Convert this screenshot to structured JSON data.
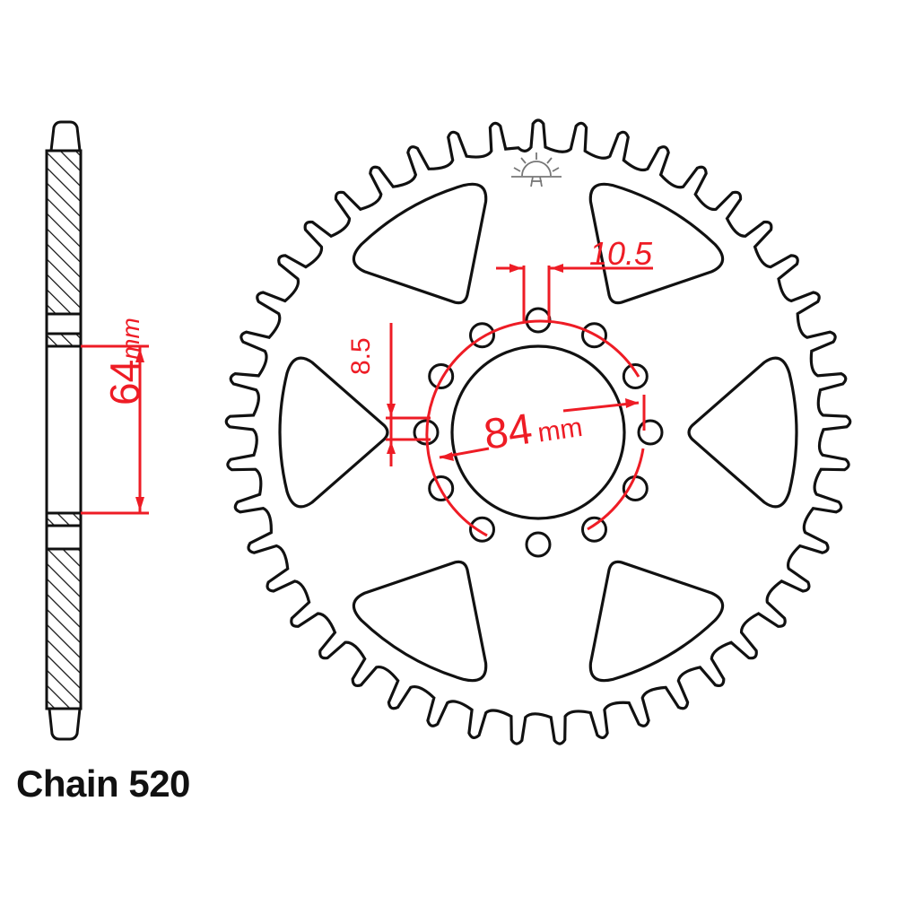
{
  "diagram": {
    "type": "rear-sprocket-technical-drawing",
    "chain_label": "Chain 520",
    "teeth_count_drawn": 45,
    "dimensions": {
      "hub_offset": {
        "value": "64",
        "unit": "mm"
      },
      "bolt_hole_diameter": {
        "value": "10.5"
      },
      "hole_spacing_small": {
        "value": "8.5"
      },
      "bolt_circle_diameter": {
        "value": "84",
        "unit": "mm"
      }
    },
    "bolt_holes": 12,
    "lightening_holes": 6,
    "colors": {
      "outline": "#111111",
      "dimension": "#ee1c25",
      "logo": "#777777",
      "background": "#ffffff"
    },
    "icons": [
      "sun-logo-icon"
    ]
  }
}
